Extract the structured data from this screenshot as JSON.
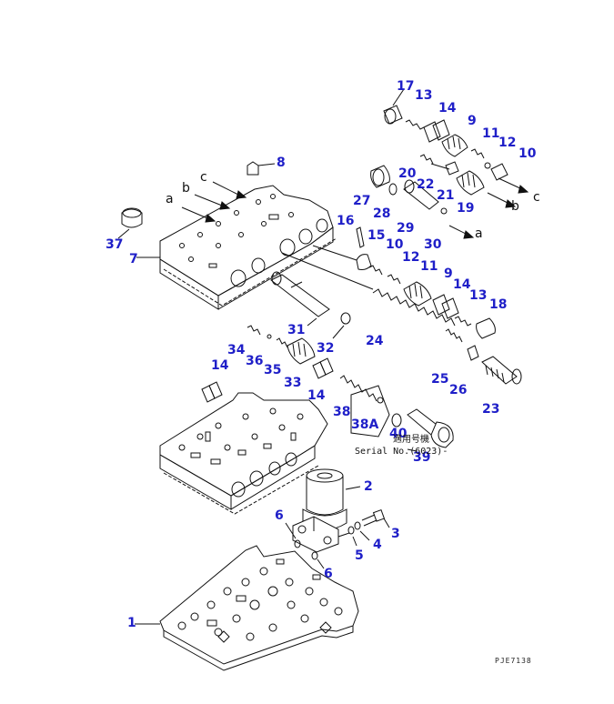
{
  "parts": [
    "1",
    "2",
    "3",
    "4",
    "5",
    "6",
    "6",
    "7",
    "8",
    "9",
    "9",
    "10",
    "10",
    "11",
    "11",
    "12",
    "12",
    "13",
    "13",
    "14",
    "14",
    "14",
    "14",
    "15",
    "16",
    "17",
    "18",
    "19",
    "20",
    "21",
    "22",
    "23",
    "24",
    "25",
    "26",
    "27",
    "28",
    "29",
    "30",
    "31",
    "32",
    "33",
    "34",
    "35",
    "36",
    "37",
    "38",
    "38A",
    "39",
    "40"
  ],
  "flow_letters": [
    "a",
    "b",
    "c",
    "a",
    "b",
    "c"
  ],
  "note": {
    "line1": "適用号機",
    "line2": "Serial No.(6023)-"
  },
  "drawing_code": "PJE7138",
  "colors": {
    "label": "#1f1fc8",
    "line": "#111111"
  }
}
